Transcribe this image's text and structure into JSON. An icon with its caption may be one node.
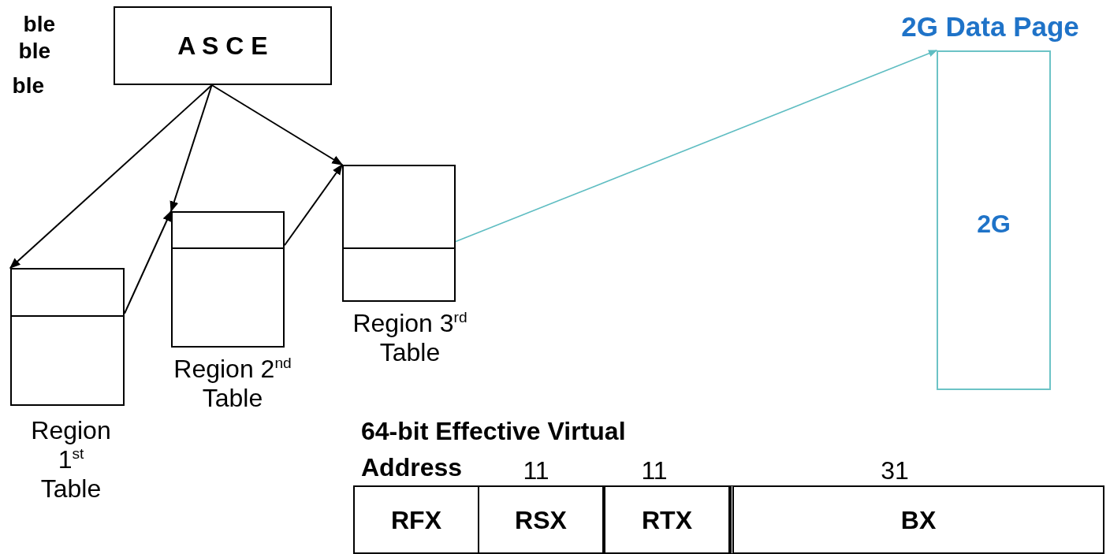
{
  "diagram": {
    "nodes": [
      {
        "text": [
          "A S C E"
        ]
      },
      {
        "text": [
          "Region 1$^{st}$ Table"
        ]
      },
      {
        "text": [
          "Region 2$^{nd}$ Table"
        ]
      },
      {
        "text": [
          "Region 3$^{rd}$ Table"
        ]
      },
      {
        "text": [
          "2G Data Page",
          "2G"
        ]
      },
      {
        "text": [
          "RFX"
        ]
      },
      {
        "text": [
          "RSX"
        ]
      },
      {
        "text": [
          "RTX"
        ]
      },
      {
        "text": [
          "BX"
        ]
      }
    ],
    "edges": [
      {
        "from": 0,
        "to": 1,
        "arrow": "to"
      },
      {
        "from": 0,
        "to": 2,
        "arrow": "to"
      },
      {
        "from": 0,
        "to": 3,
        "arrow": "to"
      },
      {
        "from": 1,
        "to": 2,
        "arrow": "to"
      },
      {
        "from": 2,
        "to": 3,
        "arrow": "to"
      },
      {
        "from": 3,
        "to": 4,
        "arrow": "to",
        "color": "#5fbdc2"
      }
    ],
    "labels": [
      "ble",
      "ble",
      "ble",
      "64-bit Effective Virtual Address",
      "11",
      "11",
      "31"
    ]
  }
}
